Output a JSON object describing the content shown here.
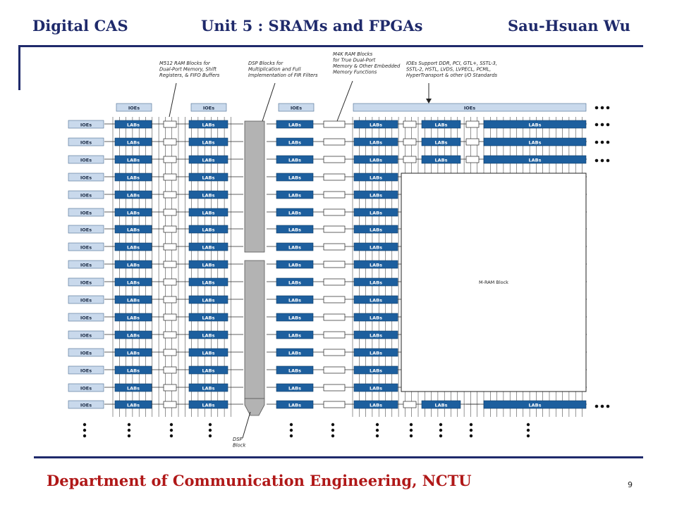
{
  "header": {
    "left": "Digital CAS",
    "center": "Unit 5 : SRAMs and FPGAs",
    "right": "Sau-Hsuan Wu"
  },
  "footer": {
    "department": "Department of Communication Engineering, NCTU",
    "page_number": "9"
  },
  "diagram": {
    "callouts": {
      "m512": [
        "M512 RAM Blocks for",
        "Dual-Port Memory, Shift",
        "Registers, & FIFO Buffers"
      ],
      "dsp": [
        "DSP Blocks for",
        "Multiplication and Full",
        "Implementation of FIR Filters"
      ],
      "m4k": [
        "M4K RAM Blocks",
        "for True Dual-Port",
        "Memory & Other Embedded",
        "Memory Functions"
      ],
      "ioe_std": [
        "IOEs Support DDR, PCI, GTL+, SSTL-3,",
        "SSTL-2, HSTL, LVDS, LVPECL, PCML,",
        "HyperTransport & other I/O Standards"
      ],
      "dsp_block": [
        "DSP",
        "Block"
      ]
    },
    "labels": {
      "ioe": "IOEs",
      "lab": "LABs",
      "mram": "M-RAM Block"
    },
    "colors": {
      "lab_fill": "#1d5f9e",
      "ioe_fill": "#c9d9ec",
      "dsp_fill": "#b3b3b3",
      "title_color": "#1f2a6b",
      "footer_color": "#b01818"
    }
  }
}
